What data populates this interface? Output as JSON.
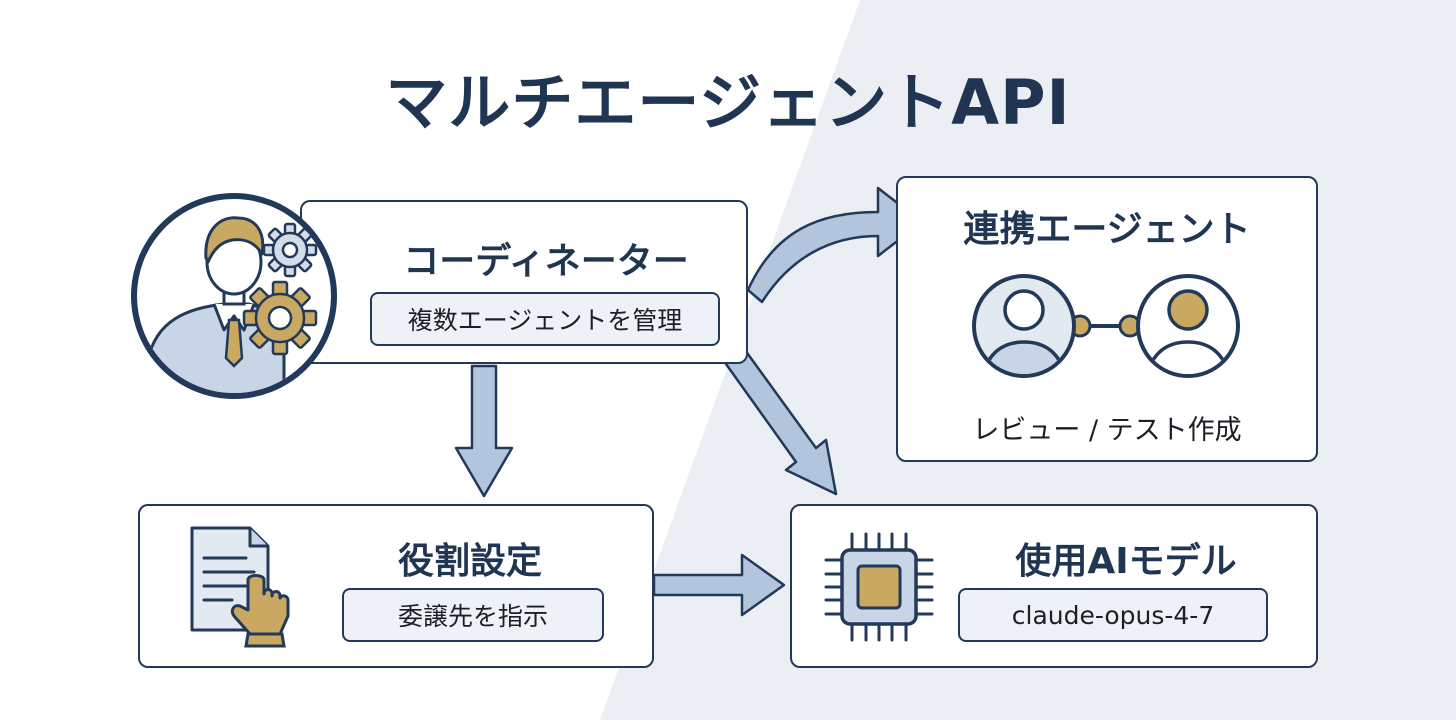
{
  "title": "マルチエージェントAPI",
  "coordinator": {
    "heading": "コーディネーター",
    "tag": "複数エージェントを管理",
    "icons": [
      "person-icon",
      "gear-icon"
    ]
  },
  "collaborator": {
    "heading": "連携エージェント",
    "caption": "レビュー / テスト作成",
    "icons": [
      "linked-agents-icon"
    ]
  },
  "role": {
    "heading": "役割設定",
    "tag": "委譲先を指示",
    "icons": [
      "document-hand-icon"
    ]
  },
  "model": {
    "heading": "使用AIモデル",
    "tag": "claude-opus-4-7",
    "icons": [
      "chip-icon"
    ]
  },
  "colors": {
    "navy": "#23395a",
    "gold": "#c9a961",
    "arrow_fill": "#b3c5dc",
    "light_blue": "#c7d5e6",
    "background_shade": "#ebeef3"
  }
}
